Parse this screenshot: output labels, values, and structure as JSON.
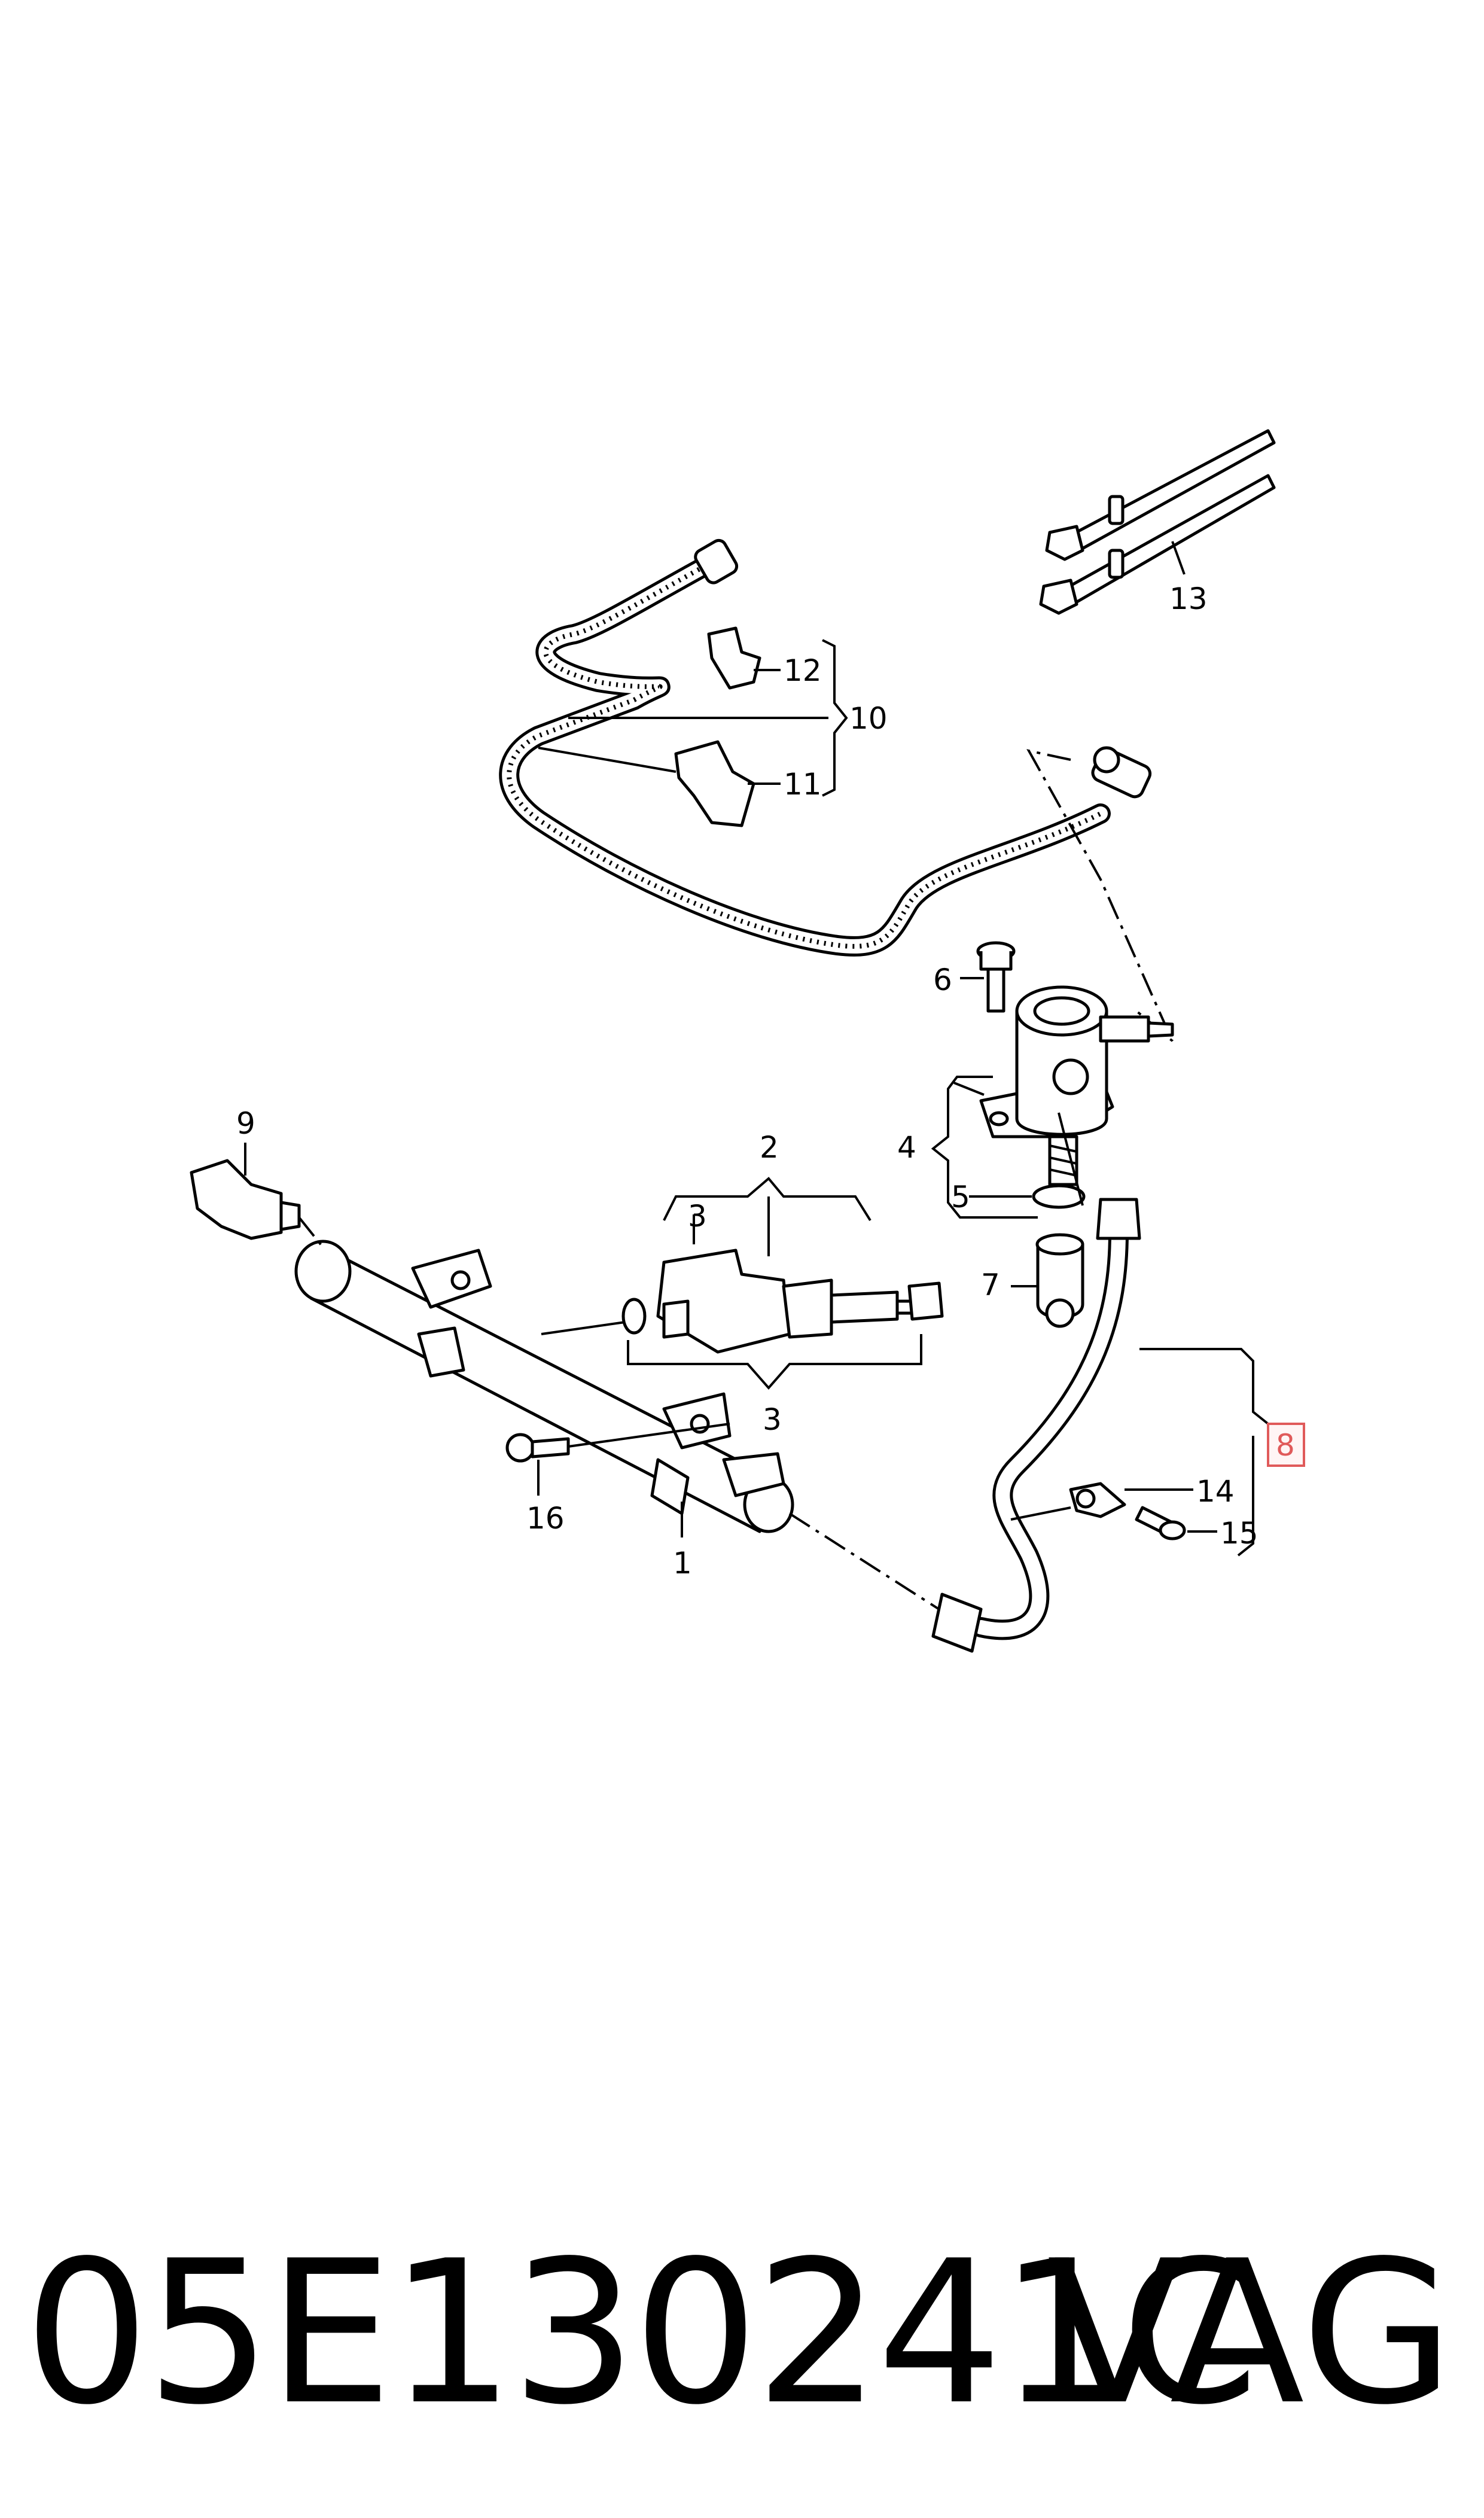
{
  "diagram": {
    "callouts": [
      {
        "id": "c1",
        "text": "1"
      },
      {
        "id": "c2",
        "text": "2"
      },
      {
        "id": "c3a",
        "text": "3"
      },
      {
        "id": "c3b",
        "text": "3"
      },
      {
        "id": "c4",
        "text": "4"
      },
      {
        "id": "c5",
        "text": "5"
      },
      {
        "id": "c6",
        "text": "6"
      },
      {
        "id": "c7",
        "text": "7"
      },
      {
        "id": "c8",
        "text": "8"
      },
      {
        "id": "c9",
        "text": "9"
      },
      {
        "id": "c10",
        "text": "10"
      },
      {
        "id": "c11",
        "text": "11"
      },
      {
        "id": "c12",
        "text": "12"
      },
      {
        "id": "c13",
        "text": "13"
      },
      {
        "id": "c14",
        "text": "14"
      },
      {
        "id": "c15",
        "text": "15"
      },
      {
        "id": "c16",
        "text": "16"
      }
    ],
    "highlight_color": "#e05a5a"
  },
  "footer": {
    "part_number": "05E130241C",
    "brand": "VAG"
  }
}
